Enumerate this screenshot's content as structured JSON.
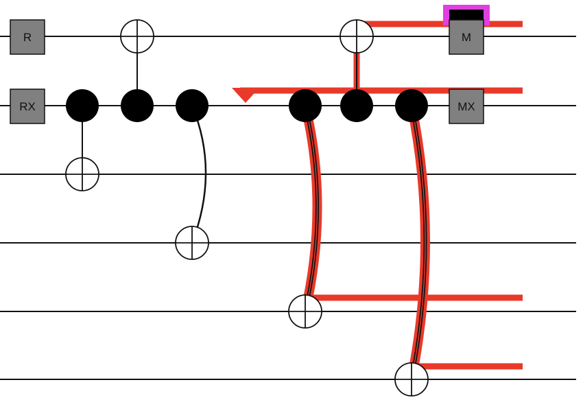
{
  "colors": {
    "wire": "#111111",
    "gate_fill": "#808080",
    "gate_stroke": "#111111",
    "highlight": "#e8392a",
    "detector": "#e040e0",
    "dot": "#000000"
  },
  "circuit": {
    "qubit_count": 6,
    "labels": {
      "reset": "R",
      "reset_x": "RX",
      "measure": "M",
      "measure_x": "MX"
    }
  }
}
